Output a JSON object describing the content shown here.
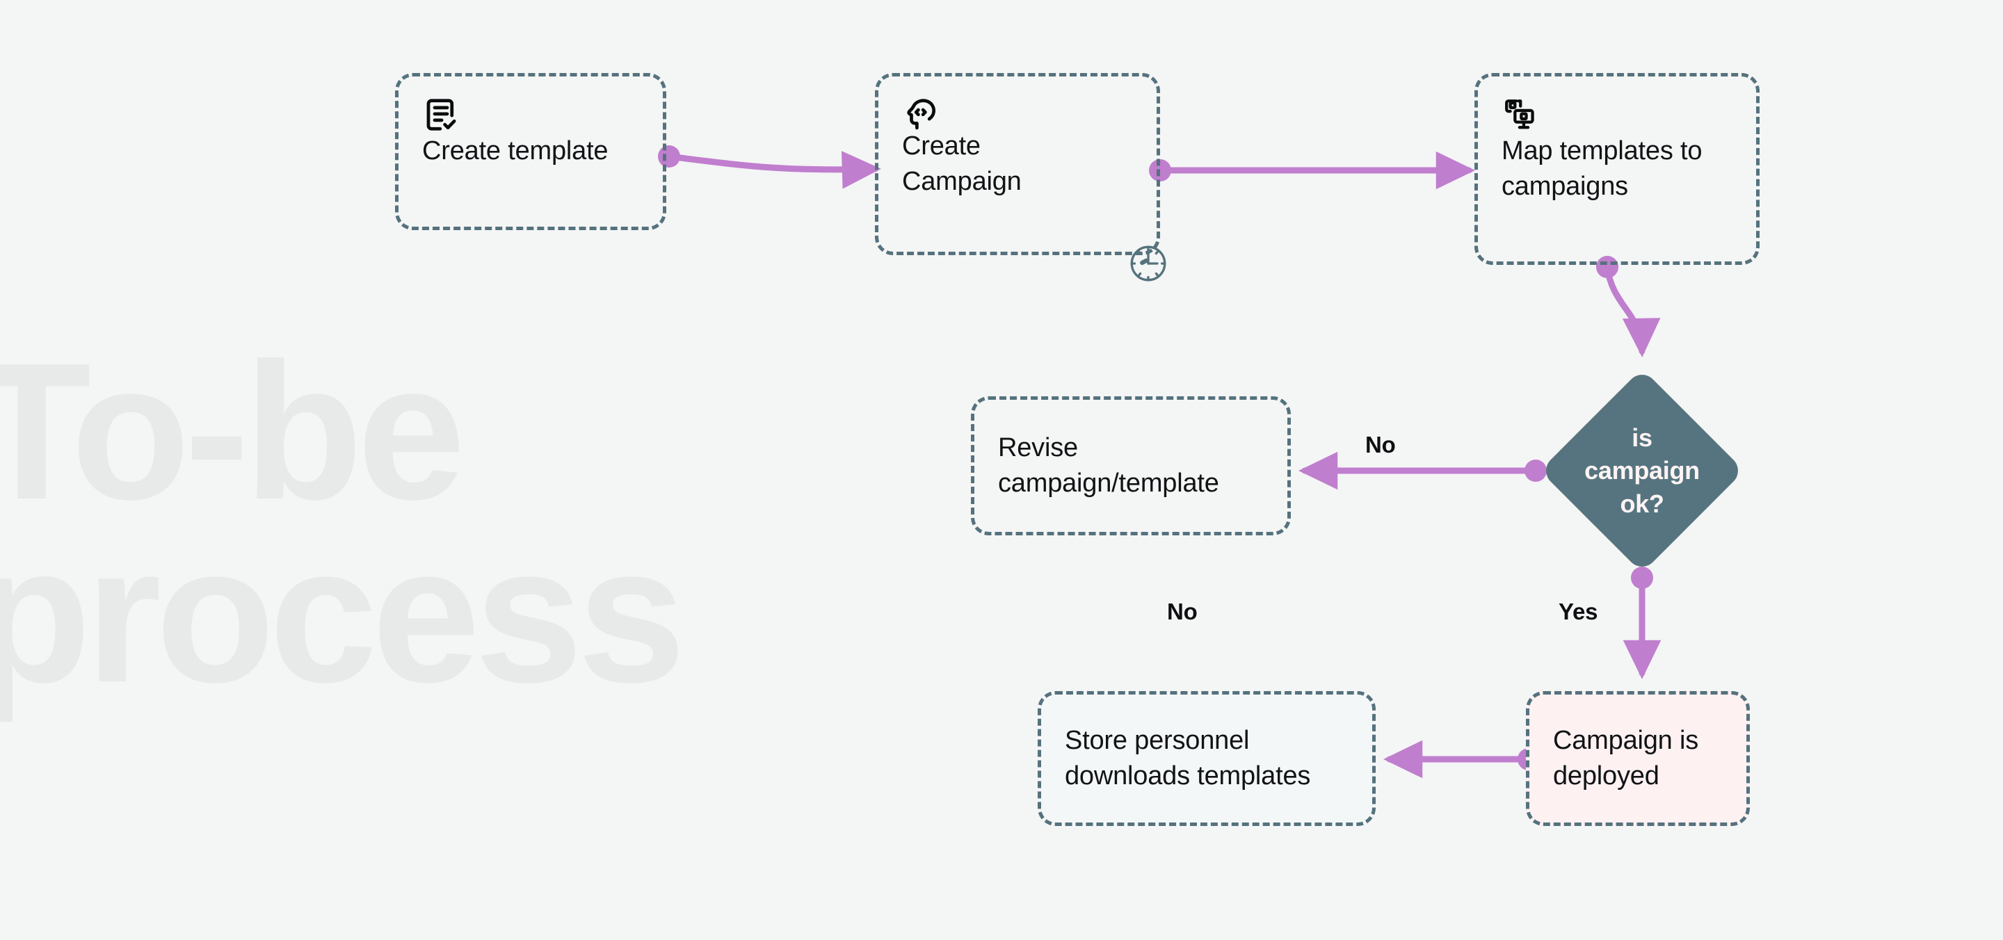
{
  "background": {
    "color": "#f4f5f5",
    "watermark_text": "To-be\nprocess",
    "watermark_color": "#e8eaea"
  },
  "theme": {
    "node_border_color": "#55727d",
    "edge_color": "#c07ece",
    "decision_fill": "#56747f",
    "decision_text_color": "#fdf4f4",
    "deployed_fill": "#fdf1f2",
    "store_fill": "#f4f8fa"
  },
  "nodes": [
    {
      "id": "create-template",
      "label": "Create template",
      "icon": "document-check-icon"
    },
    {
      "id": "create-campaign",
      "label": "Create\nCampaign",
      "icon": "head-code-icon",
      "badge_icon": "clock-icon"
    },
    {
      "id": "map-templates",
      "label": "Map templates to\ncampaigns",
      "icon": "ab-screens-icon"
    },
    {
      "id": "decision",
      "label": "is\ncampaign\nok?",
      "shape": "diamond"
    },
    {
      "id": "revise",
      "label": "Revise\ncampaign/template"
    },
    {
      "id": "store",
      "label": "Store personnel\ndownloads templates"
    },
    {
      "id": "deployed",
      "label": "Campaign is\ndeployed"
    }
  ],
  "edge_labels": {
    "no_to_revise": "No",
    "no_standalone": "No",
    "yes_to_deployed": "Yes"
  }
}
